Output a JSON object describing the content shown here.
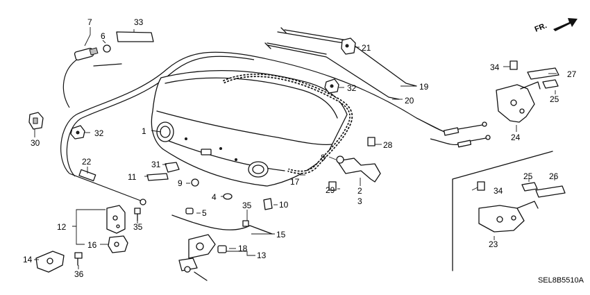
{
  "diagram": {
    "direction_label": "FR.",
    "drawing_code": "SEL8B5510A",
    "callouts": {
      "c1": "1",
      "c2": "2",
      "c3": "3",
      "c4": "4",
      "c5": "5",
      "c6": "6",
      "c7": "7",
      "c8": "8",
      "c9": "9",
      "c10": "10",
      "c11": "11",
      "c12": "12",
      "c13": "13",
      "c14": "14",
      "c15": "15",
      "c16": "16",
      "c17": "17",
      "c18": "18",
      "c19": "19",
      "c20": "20",
      "c21": "21",
      "c22": "22",
      "c23": "23",
      "c24": "24",
      "c25a": "25",
      "c25b": "25",
      "c26": "26",
      "c27": "27",
      "c28": "28",
      "c29": "29",
      "c30": "30",
      "c31": "31",
      "c32a": "32",
      "c32b": "32",
      "c33": "33",
      "c34a": "34",
      "c34b": "34",
      "c35a": "35",
      "c35b": "35",
      "c36": "36"
    }
  }
}
